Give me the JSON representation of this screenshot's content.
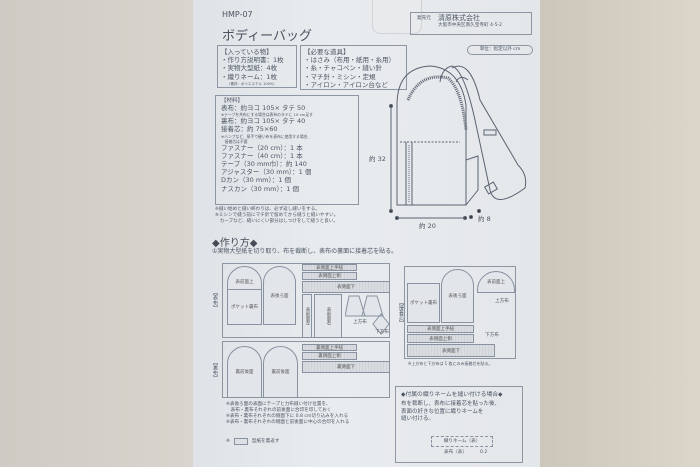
{
  "header": {
    "code": "HMP-07",
    "title": "ボディーバッグ"
  },
  "publisher": {
    "label": "発売元",
    "name": "清原株式会社",
    "address": "大阪市中央区南久宝寺町 4-5-2"
  },
  "unit": "単位：指定以外 cm",
  "contents": {
    "heading": "【入っている物】",
    "items": [
      "・作り方説明書：1枚",
      "・実物大型紙：4枚",
      "・織りネーム：1枚"
    ],
    "note": "（素材：ポリエステル 100%）"
  },
  "tools": {
    "heading": "【必要な道具】",
    "items": [
      "・はさみ（布用・紙用・糸用）",
      "・糸・チャコペン・縫い針",
      "・マチ針・ミシン・定規",
      "・アイロン・アイロン台など"
    ]
  },
  "materials": {
    "heading": "【材料】",
    "lines": [
      {
        "text": "表布：約ヨコ 105× タテ 50",
        "small": false
      },
      {
        "text": "※テープを共布にする場合は表布のタテに 10 cm足す",
        "small": true
      },
      {
        "text": "裏布：約ヨコ 105× タテ 40",
        "small": false
      },
      {
        "text": "接着芯：約 75×60",
        "small": false
      },
      {
        "text": "※ハンプなど、厚手で硬い布を表布に使用する場合、",
        "small": true
      },
      {
        "text": "　接着芯は不要",
        "small": true
      },
      {
        "text": "ファスナー（20 cm）：1 本",
        "small": false
      },
      {
        "text": "ファスナー（40 cm）：1 本",
        "small": false
      },
      {
        "text": "テープ（30 mm巾）：約 140",
        "small": false
      },
      {
        "text": "アジャスター（30 mm）：1 個",
        "small": false
      },
      {
        "text": "Dカン（30 mm）：1 個",
        "small": false
      },
      {
        "text": "ナスカン（30 mm）：1 個",
        "small": false
      }
    ]
  },
  "sewing_notes": [
    "※縫い始めと縫い終わりは、必ず返し縫いをする。",
    "※ミシンで縫う前にマチ針で留めてから縫うと縫いやすい。",
    "　カーブなど、縫いにくい部分はしつけをして縫うと良い。"
  ],
  "dimensions": {
    "height": "約 32",
    "width": "約 20",
    "depth": "約 8"
  },
  "howto": {
    "heading": "◆作り方◆",
    "step1": "①実物大型紙を切り取り、布を裁断し、表布の裏面に接着芯を貼る。"
  },
  "layout_outer": {
    "label": "【表布】",
    "pieces": [
      "表前面上",
      "ポケット裏布",
      "表後ろ面",
      "表側面上手紐",
      "表側面上側",
      "表側面下",
      "表前面左",
      "表前面右",
      "上方布",
      "下方布"
    ]
  },
  "layout_lining": {
    "label": "【裏布】",
    "pieces": [
      "裏前後面",
      "裏前後面",
      "裏側面上手紐",
      "裏側面上側",
      "裏側面下"
    ]
  },
  "layout_interfacing": {
    "label": "【接着芯】",
    "pieces": [
      "ポケット裏布",
      "表後ろ面",
      "表前面上",
      "上方布",
      "下方布",
      "表側面上手紐",
      "表側面上側",
      "表側面下"
    ],
    "note": "※上方布と下方布は 1 枚にのみ接着芯を貼る。"
  },
  "layout_notes": [
    "※表後ろ面の表面にテープと力布縫い付け位置を、",
    "　表布・裏布それぞれの前後面に合印を印しておく",
    "※表布・裏布それぞれの側面下に 0.8 cm切り込みを入れる",
    "※表布・裏布それぞれの側面と前後面に中心の合印を入れる"
  ],
  "legend": {
    "prefix": "※",
    "text": "型紙を裏返す"
  },
  "name_tag": {
    "heading": "◆付属の織りネームを縫い付ける場合◆",
    "lines": [
      "布を裁断し、表布に接着芯を貼った後、",
      "表面の好きな位置に織りネームを",
      "縫い付ける。"
    ],
    "tag_label": "織りネーム（表）",
    "fabric_label": "表布（表）",
    "margin": "0.2"
  }
}
